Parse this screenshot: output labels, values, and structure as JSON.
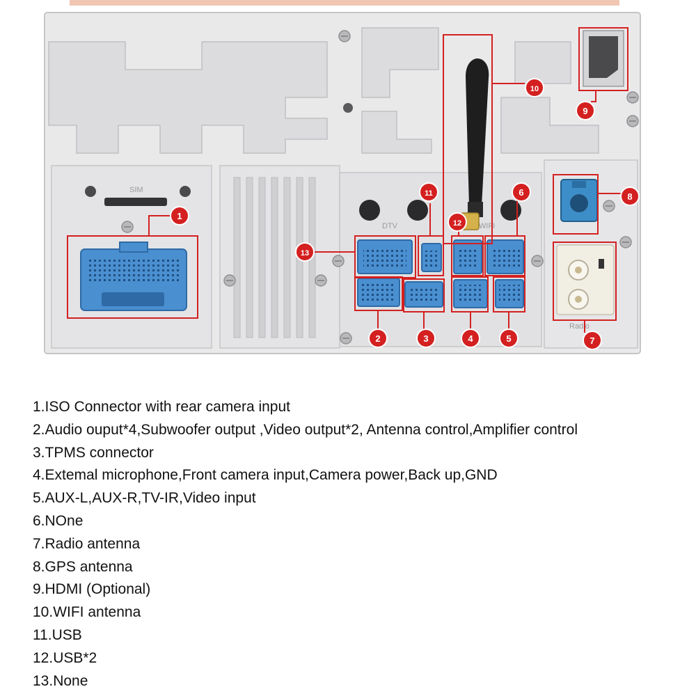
{
  "colors": {
    "callout": "#d42020",
    "connector": "#4a8fd0",
    "connector_dark": "#2f6aa6",
    "panel": "#e9e9ea",
    "panel_dark": "#d6d6d8"
  },
  "labels": {
    "sim": "SIM",
    "dtv": "DTV",
    "wifi": "WIFI",
    "radio": "Radio"
  },
  "callouts": [
    "1",
    "2",
    "3",
    "4",
    "5",
    "6",
    "7",
    "8",
    "9",
    "10",
    "11",
    "12",
    "13"
  ],
  "legend": [
    "1.ISO Connector with rear camera input",
    "2.Audio ouput*4,Subwoofer output ,Video output*2, Antenna control,Amplifier control",
    "3.TPMS connector",
    "4.Extemal microphone,Front camera input,Camera power,Back up,GND",
    "5.AUX-L,AUX-R,TV-IR,Video input",
    "6.NOne",
    "7.Radio antenna",
    "8.GPS antenna",
    "9.HDMI (Optional)",
    "10.WIFI antenna",
    "11.USB",
    "12.USB*2",
    "13.None"
  ]
}
